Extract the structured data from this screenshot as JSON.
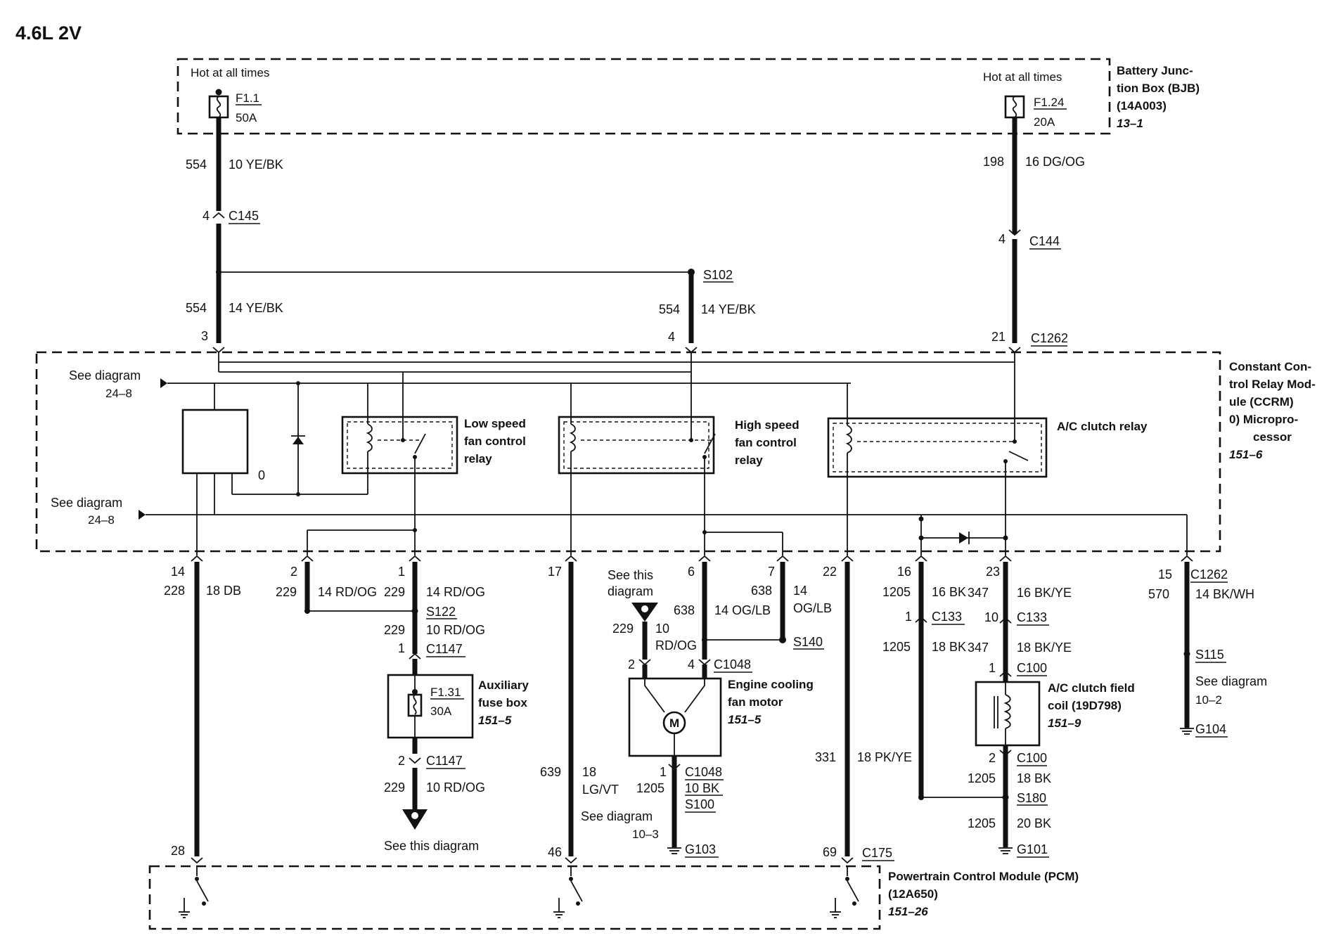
{
  "title": "4.6L 2V",
  "bjb": {
    "name_lines": [
      "Battery Junc-",
      "tion Box (BJB)",
      "(14A003)"
    ],
    "ref": "13–1",
    "hot_left": "Hot at all times",
    "hot_right": "Hot at all times",
    "fuse_left": {
      "id": "F1.1",
      "rating": "50A"
    },
    "fuse_right": {
      "id": "F1.24",
      "rating": "20A"
    }
  },
  "ccrm": {
    "name_lines": [
      "Constant Con-",
      "trol Relay Mod-",
      "ule (CCRM)"
    ],
    "micro_lines": [
      "0)   Micropro-",
      "cessor"
    ],
    "micro_zero": "0",
    "ref": "151–6",
    "see_diagram_1": {
      "text": "See diagram",
      "ref": "24–8"
    },
    "see_diagram_2": {
      "text": "See diagram",
      "ref": "24–8"
    },
    "relay_low": [
      "Low speed",
      "fan control",
      "relay"
    ],
    "relay_high": [
      "High speed",
      "fan control",
      "relay"
    ],
    "relay_ac": "A/C clutch relay"
  },
  "wires_top": {
    "w554a": {
      "circuit": "554",
      "gauge": "10 YE/BK"
    },
    "c145": {
      "pin": "4",
      "conn": "C145"
    },
    "s102": "S102",
    "w554b": {
      "circuit": "554",
      "gauge": "14 YE/BK"
    },
    "w554c": {
      "circuit": "554",
      "gauge": "14 YE/BK"
    },
    "pin3": "3",
    "pin4": "4",
    "w198": {
      "circuit": "198",
      "gauge": "16 DG/OG"
    },
    "c144": {
      "pin": "4",
      "conn": "C144"
    },
    "c1262_top": {
      "pin": "21",
      "conn": "C1262"
    }
  },
  "lower": {
    "pins_c1262": [
      "14",
      "2",
      "1",
      "17",
      "6",
      "7",
      "22",
      "16",
      "23",
      "15"
    ],
    "c1262": "C1262",
    "w228": {
      "circuit": "228",
      "gauge": "18 DB"
    },
    "w229a": {
      "circuit": "229",
      "gauge": "14 RD/OG"
    },
    "w229b": {
      "circuit": "229",
      "gauge": "14 RD/OG"
    },
    "s122": "S122",
    "w229c": {
      "circuit": "229",
      "gauge": "10 RD/OG"
    },
    "c1147a": {
      "pin": "1",
      "conn": "C1147"
    },
    "aux_fuse": {
      "id": "F1.31",
      "rating": "30A",
      "name_lines": [
        "Auxiliary",
        "fuse box"
      ],
      "ref": "151–5"
    },
    "c1147b": {
      "pin": "2",
      "conn": "C1147"
    },
    "w229d": {
      "circuit": "229",
      "gauge": "10 RD/OG"
    },
    "see_this_bottom": "See this diagram",
    "see_this_mid": [
      "See this",
      "diagram"
    ],
    "w229e": {
      "circuit": "229",
      "gauge_lines": [
        "10",
        "RD/OG"
      ]
    },
    "w638a": {
      "circuit": "638",
      "gauge": "14 OG/LB"
    },
    "w638b": {
      "circuit": "638",
      "gauge_lines": [
        "14",
        "OG/LB"
      ]
    },
    "s140": "S140",
    "c1048a": {
      "pin_left": "2",
      "pin_right": "4",
      "conn": "C1048"
    },
    "motor": {
      "symbol": "M",
      "name_lines": [
        "Engine cooling",
        "fan motor"
      ],
      "ref": "151–5"
    },
    "c1048b": {
      "pin": "1",
      "conn": "C1048"
    },
    "w1205_motor": {
      "circuit": "1205",
      "gauge": "10 BK"
    },
    "s100": "S100",
    "see_diag_103": {
      "text": "See diagram",
      "ref": "10–3"
    },
    "g103": "G103",
    "w639": {
      "circuit": "639",
      "gauge_lines": [
        "18",
        "LG/VT"
      ]
    },
    "w331": {
      "circuit": "331",
      "gauge": "18 PK/YE"
    },
    "w1205a": {
      "circuit": "1205",
      "gauge": "16 BK"
    },
    "c133a": {
      "pin": "1",
      "conn": "C133"
    },
    "w1205b": {
      "circuit": "1205",
      "gauge": "18 BK"
    },
    "w347a": {
      "circuit": "347",
      "gauge": "16 BK/YE"
    },
    "c133b": {
      "pin": "10",
      "conn": "C133"
    },
    "w347b": {
      "circuit": "347",
      "gauge": "18 BK/YE"
    },
    "c100a": {
      "pin": "1",
      "conn": "C100"
    },
    "clutch": {
      "name_lines": [
        "A/C clutch field",
        "coil (19D798)"
      ],
      "ref": "151–9"
    },
    "c100b": {
      "pin": "2",
      "conn": "C100"
    },
    "w1205c": {
      "circuit": "1205",
      "gauge": "18 BK"
    },
    "s180": "S180",
    "w1205d": {
      "circuit": "1205",
      "gauge": "20 BK"
    },
    "g101": "G101",
    "w570": {
      "circuit": "570",
      "gauge": "14 BK/WH"
    },
    "s115": "S115",
    "see_diag_102": {
      "text": "See diagram",
      "ref": "10–2"
    },
    "g104": "G104"
  },
  "pcm": {
    "pins": [
      "28",
      "46",
      "69"
    ],
    "conn": "C175",
    "name_lines": [
      "Powertrain Control Module (PCM)",
      "(12A650)"
    ],
    "ref": "151–26"
  }
}
